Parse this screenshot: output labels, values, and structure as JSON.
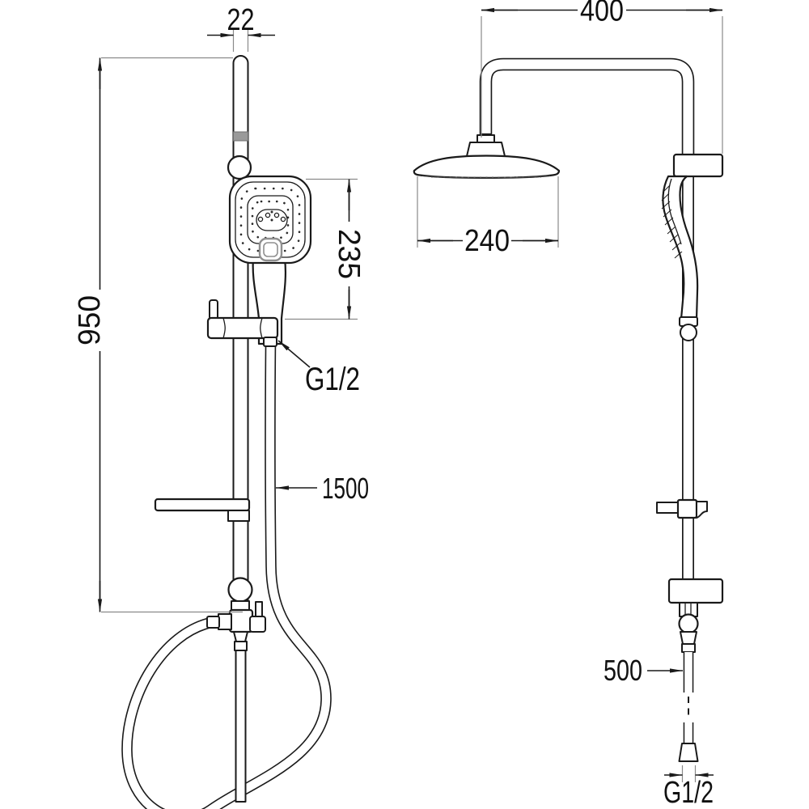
{
  "drawing": {
    "dimensions": {
      "rail_diameter": "22",
      "arm_reach": "400",
      "rail_height": "950",
      "hand_shower_length": "235",
      "head_diameter": "240",
      "hose_length": "1500",
      "lower_hose_length": "500",
      "hand_shower_thread": "G1/2",
      "bottom_connection_thread": "G1/2"
    },
    "colors": {
      "line": "#1a1a1a",
      "extension_line": "#8a8a8a",
      "rail_band": "#9a9a9a",
      "button_gray": "#8f8f8f",
      "background": "#ffffff"
    }
  }
}
